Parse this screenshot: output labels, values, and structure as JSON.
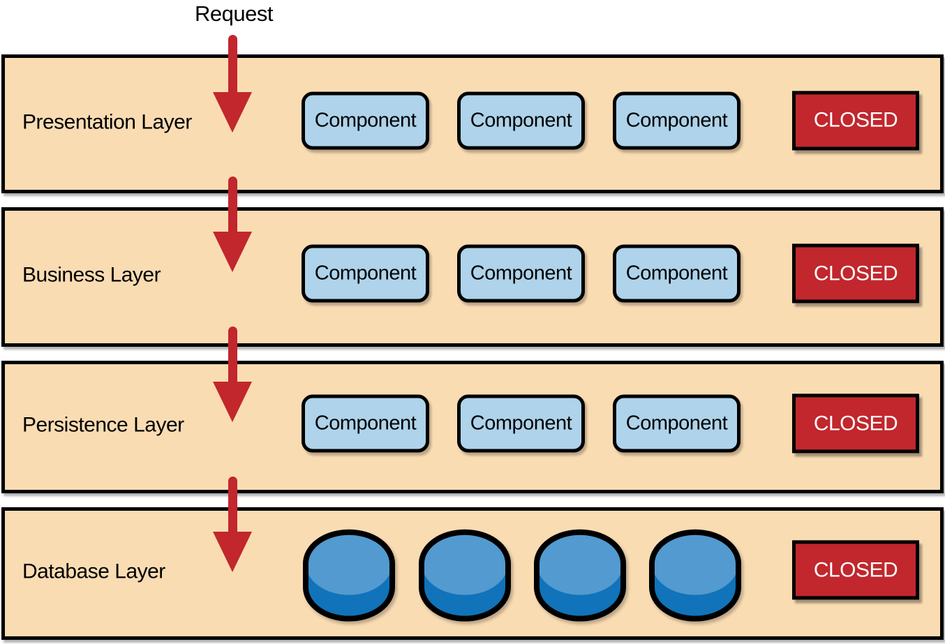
{
  "request_label": "Request",
  "layers": [
    {
      "label": "Presentation Layer",
      "components": [
        "Component",
        "Component",
        "Component"
      ],
      "status": "CLOSED"
    },
    {
      "label": "Business Layer",
      "components": [
        "Component",
        "Component",
        "Component"
      ],
      "status": "CLOSED"
    },
    {
      "label": "Persistence Layer",
      "components": [
        "Component",
        "Component",
        "Component"
      ],
      "status": "CLOSED"
    },
    {
      "label": "Database Layer",
      "database_count": 4,
      "status": "CLOSED"
    }
  ],
  "colors": {
    "layer-fill": "#FADCB3",
    "border": "#000000",
    "component-fill": "#AED3EA",
    "closed-fill": "#C1272D",
    "closed-text": "#FFFFFF",
    "arrow": "#C1272D",
    "db-top": "#529ACF",
    "db-body": "#1173B9",
    "text": "#000000",
    "background": "#FFFFFF"
  }
}
